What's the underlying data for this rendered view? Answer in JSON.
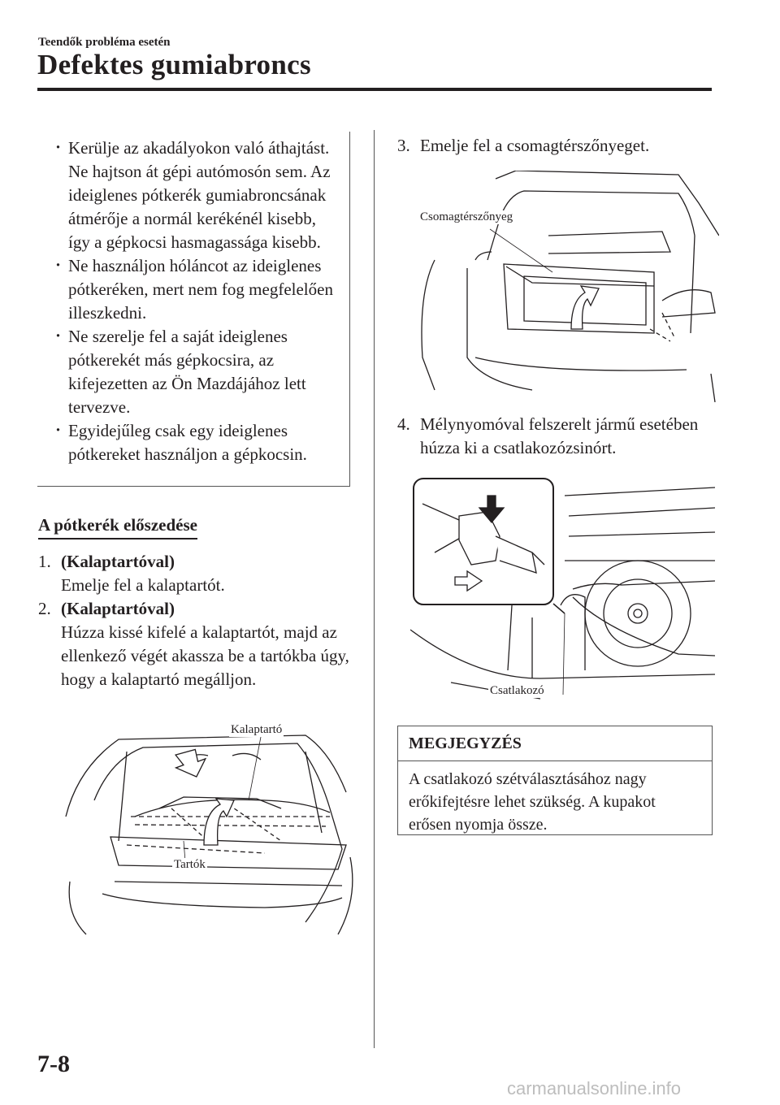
{
  "header": {
    "section": "Teendők probléma esetén",
    "title": "Defektes gumiabroncs"
  },
  "caution_bullets": [
    "Kerülje az akadályokon való áthajtást. Ne hajtson át gépi autómosón sem. Az ideiglenes pótkerék gumiabroncsának átmérője a normál kerékénél kisebb, így a gépkocsi hasmagassága kisebb.",
    "Ne használjon hóláncot az ideiglenes pótkeréken, mert nem fog megfelelően illeszkedni.",
    "Ne szerelje fel a saját ideiglenes pótkerekét más gépkocsira, az kifejezetten az Ön Mazdájához lett tervezve.",
    "Egyidejűleg csak egy ideiglenes pótkereket használjon a gépkocsin."
  ],
  "section_title": "A pótkerék előszedése",
  "steps": [
    {
      "num": "1.",
      "bold": "(Kalaptartóval)",
      "text": "Emelje fel a kalaptartót."
    },
    {
      "num": "2.",
      "bold": "(Kalaptartóval)",
      "text": "Húzza kissé kifelé a kalaptartót, majd az ellenkező végét akassza be a tartókba úgy, hogy a kalaptartó megálljon."
    },
    {
      "num": "3.",
      "text": "Emelje fel a csomagtérszőnyeget."
    },
    {
      "num": "4.",
      "text": "Mélynyomóval felszerelt jármű esetében húzza ki a csatlakozózsinórt."
    }
  ],
  "figure_labels": {
    "fig1_top": "Kalaptartó",
    "fig1_bottom": "Tartók",
    "fig2": "Csomagtérszőnyeg",
    "fig3": "Csatlakozó"
  },
  "note": {
    "heading": "MEGJEGYZÉS",
    "text": "A csatlakozó szétválasztásához nagy erőkifejtésre lehet szükség. A kupakot erősen nyomja össze."
  },
  "page_number": "7-8",
  "watermark": "carmanualsonline.info"
}
